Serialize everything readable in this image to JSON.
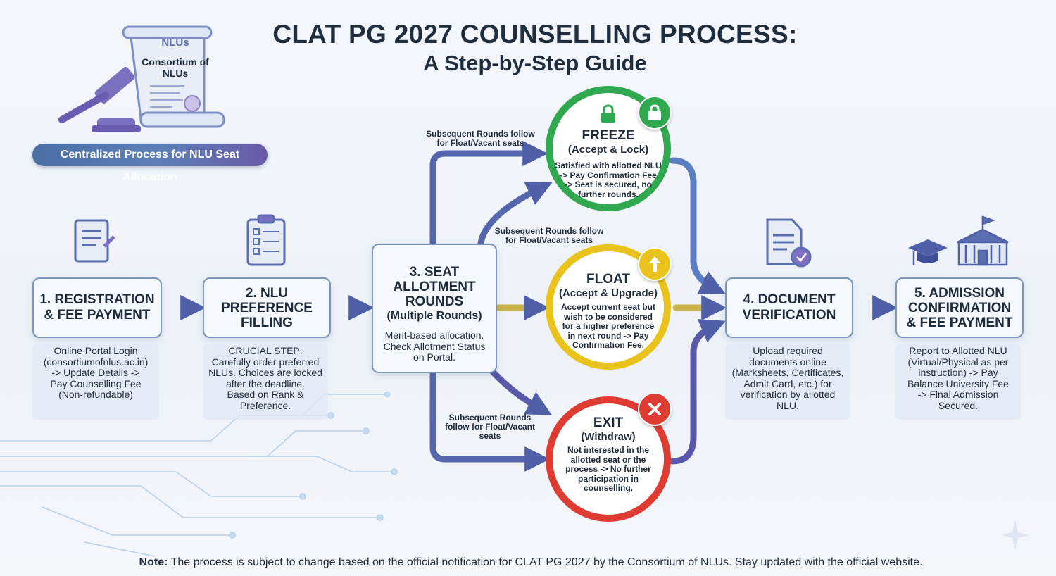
{
  "title_line1": "CLAT PG 2027 COUNSELLING PROCESS:",
  "title_line2": "A Step-by-Step Guide",
  "header": {
    "scroll_logo": "NLUs",
    "scroll_title": "Consortium of NLUs",
    "pill": "Centralized Process for NLU Seat Allocation"
  },
  "steps": [
    {
      "label_line1": "1. REGISTRATION",
      "label_line2": "& FEE PAYMENT",
      "desc": [
        "Online Portal Login",
        "(consortiumofnlus.ac.in)",
        "-> Update Details ->",
        "Pay Counselling Fee",
        "(Non-refundable)"
      ]
    },
    {
      "label_line1": "2. NLU",
      "label_line2": "PREFERENCE",
      "label_line3": "FILLING",
      "desc": [
        "CRUCIAL STEP:",
        "Carefully order preferred",
        "NLUs. Choices are locked",
        "after the deadline.",
        "Based on Rank &",
        "Preference."
      ]
    },
    {
      "label_line1": "3. SEAT",
      "label_line2": "ALLOTMENT",
      "label_line3": "ROUNDS",
      "label_sub": "(Multiple Rounds)",
      "desc": [
        "Merit-based allocation.",
        "Check Allotment Status",
        "on Portal."
      ]
    },
    {
      "label_line1": "4. DOCUMENT",
      "label_line2": "VERIFICATION",
      "desc": [
        "Upload required",
        "documents online",
        "(Marksheets, Certificates,",
        "Admit Card, etc.) for",
        "verification by allotted",
        "NLU."
      ]
    },
    {
      "label_line1": "5. ADMISSION",
      "label_line2": "CONFIRMATION",
      "label_line3": "& FEE PAYMENT",
      "desc": [
        "Report to Allotted NLU",
        "(Virtual/Physical as per",
        "instruction) -> Pay",
        "Balance University Fee",
        "-> Final Admission",
        "Secured."
      ]
    }
  ],
  "options": {
    "freeze": {
      "title": "FREEZE",
      "sub": "(Accept & Lock)",
      "desc": [
        "Satisfied with allotted NLU",
        "-> Pay Confirmation Fee",
        "-> Seat is secured, no",
        "further rounds."
      ],
      "color": "#2fa84f"
    },
    "float": {
      "title": "FLOAT",
      "sub": "(Accept & Upgrade)",
      "desc": [
        "Accept current seat but",
        "wish to be considered",
        "for a higher preference",
        "in next round -> Pay",
        "Confirmation Fee."
      ],
      "color": "#e9c21b"
    },
    "exit": {
      "title": "EXIT",
      "sub": "(Withdraw)",
      "desc": [
        "Not interested in the",
        "allotted seat or the",
        "process -> No further",
        "participation in",
        "counselling."
      ],
      "color": "#de3b32"
    }
  },
  "flow_labels": {
    "top": [
      "Subsequent Rounds follow",
      "for Float/Vacant seats"
    ],
    "middle": [
      "Subsequent Rounds follow",
      "for Float/Vacant seats"
    ],
    "bottom": [
      "Subsequent Rounds",
      "follow for Float/Vacant",
      "seats"
    ]
  },
  "note": {
    "bold": "Note:",
    "text": " The process is subject to change based on the official notification for CLAT PG 2027 by the Consortium of NLUs. Stay updated with the official website."
  }
}
